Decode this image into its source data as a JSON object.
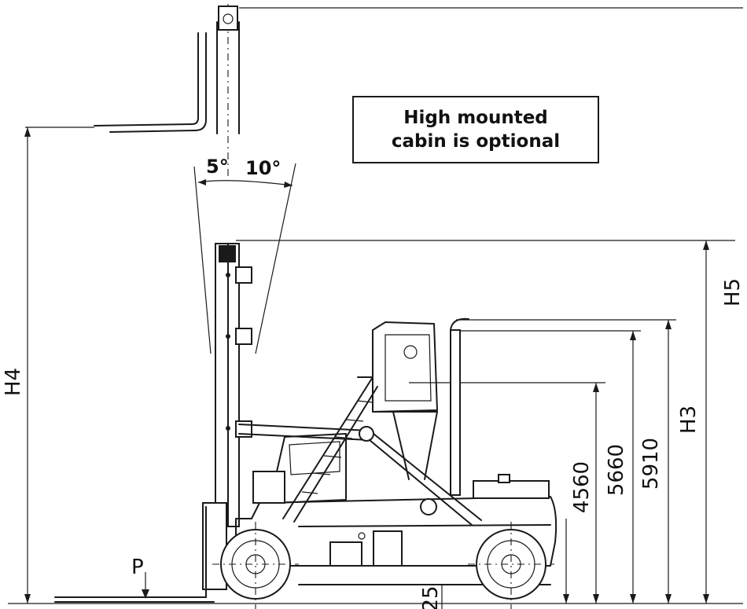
{
  "note": {
    "line1": "High mounted",
    "line2": "cabin is optional"
  },
  "dimensions": {
    "h4": "H4",
    "h5": "H5",
    "h3": "H3",
    "d4560": "4560",
    "d5660": "5660",
    "d5910": "5910",
    "d25": "25",
    "p": "P"
  },
  "angles": {
    "forward": "5°",
    "backward": "10°"
  }
}
